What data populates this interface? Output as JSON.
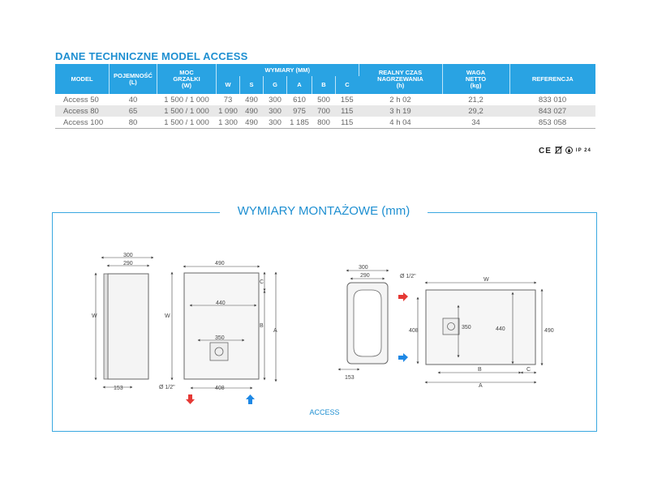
{
  "title": "DANE TECHNICZNE MODEL ACCESS",
  "table": {
    "headers": {
      "model": "MODEL",
      "capacity": [
        "POJEMNOŚĆ",
        "(L)"
      ],
      "power": [
        "MOC",
        "GRZAŁKI",
        "(W)"
      ],
      "dimensions": "WYMIARY (MM)",
      "dim_cols": [
        "W",
        "S",
        "G",
        "A",
        "B",
        "C"
      ],
      "heating": [
        "REALNY CZAS",
        "NAGRZEWANIA",
        "(h)"
      ],
      "weight": [
        "WAGA",
        "NETTO",
        "(kg)"
      ],
      "reference": "REFERENCJA"
    },
    "rows": [
      {
        "model": "Access 50",
        "capacity": "40",
        "power": "1 500 / 1 000",
        "W": "73",
        "S": "490",
        "G": "300",
        "A": "610",
        "B": "500",
        "C": "155",
        "heating": "2 h 02",
        "weight": "21,2",
        "reference": "833 010"
      },
      {
        "model": "Access 80",
        "capacity": "65",
        "power": "1 500 / 1 000",
        "W": "1 090",
        "S": "490",
        "G": "300",
        "A": "975",
        "B": "700",
        "C": "115",
        "heating": "3 h 19",
        "weight": "29,2",
        "reference": "843 027"
      },
      {
        "model": "Access 100",
        "capacity": "80",
        "power": "1 500 / 1 000",
        "W": "1 300",
        "S": "490",
        "G": "300",
        "A": "1 185",
        "B": "800",
        "C": "115",
        "heating": "4 h 04",
        "weight": "34",
        "reference": "853 058"
      }
    ]
  },
  "certs": {
    "ce": "CE",
    "ip": "IP 24"
  },
  "mount": {
    "title": "WYMIARY MONTAŻOWE (mm)",
    "caption": "ACCESS",
    "labels": {
      "d300": "300",
      "d290": "290",
      "d490": "490",
      "d440": "440",
      "d350": "350",
      "d408": "408",
      "d153": "153",
      "pipe": "Ø 1/2\"",
      "W": "W",
      "A": "A",
      "B": "B",
      "C": "C"
    }
  },
  "colors": {
    "accent": "#29a3e3",
    "hot": "#e53935",
    "cold": "#1e88e5"
  }
}
